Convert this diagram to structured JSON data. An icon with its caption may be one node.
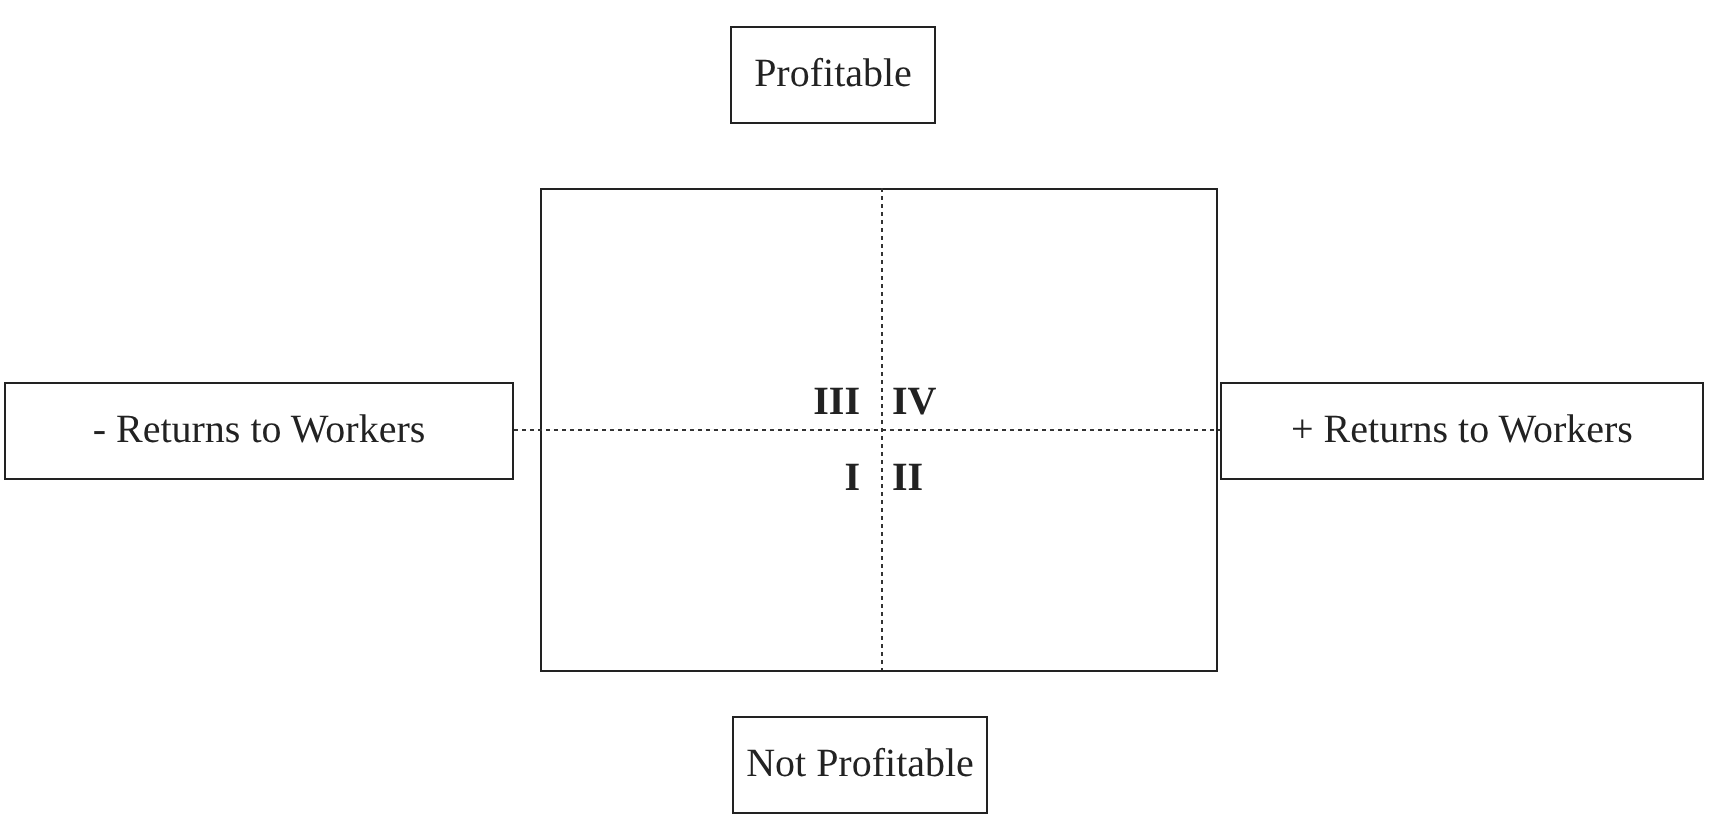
{
  "diagram": {
    "nodes": [
      {
        "text": [
          "Profitable"
        ]
      },
      {
        "text": [
          "- Returns to Workers"
        ]
      },
      {
        "text": [
          "+ Returns to Workers"
        ]
      },
      {
        "text": [
          "Not Profitable"
        ]
      }
    ],
    "edges": [
      {
        "from": 1,
        "to": 2,
        "arrow": "none",
        "style": "dashed"
      }
    ],
    "labels": [
      "III",
      "IV",
      "I",
      "II"
    ]
  }
}
